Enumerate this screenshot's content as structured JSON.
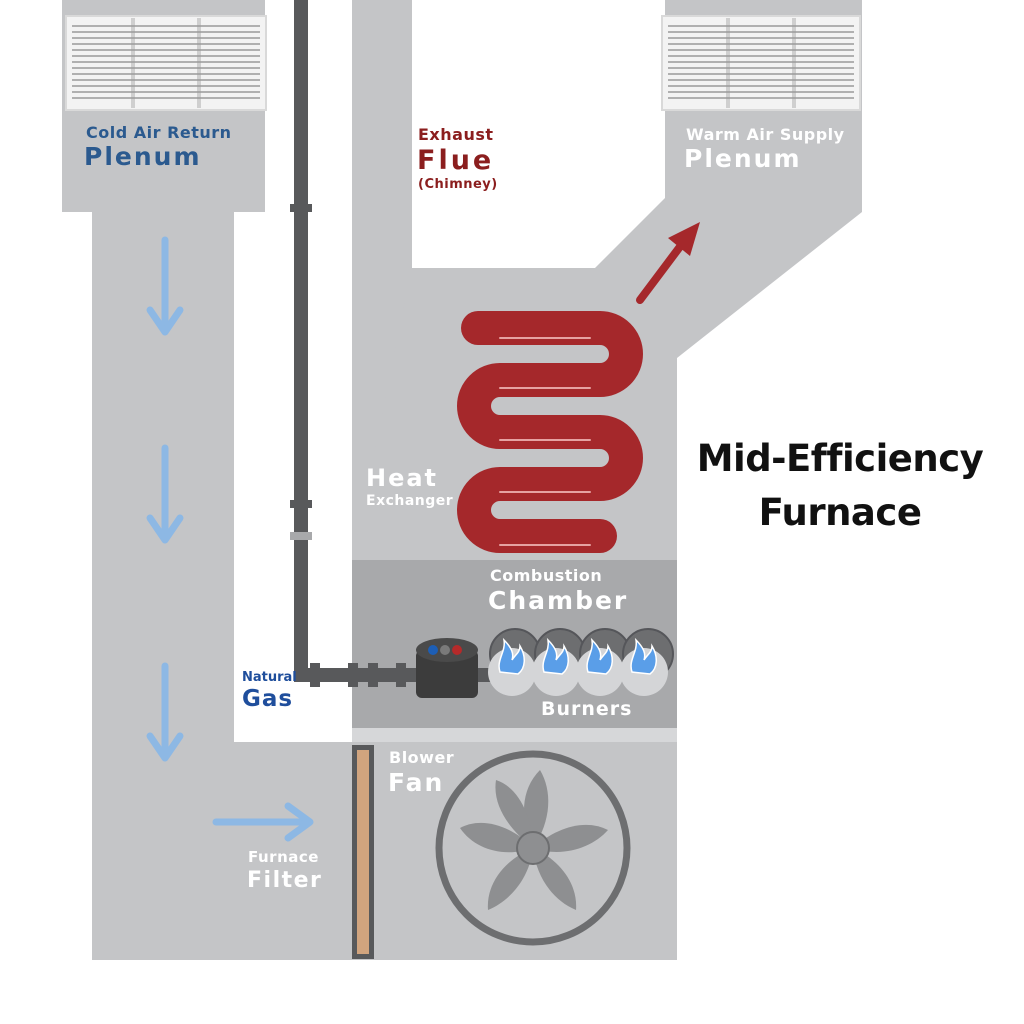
{
  "title": [
    "Mid-Efficiency",
    "Furnace"
  ],
  "labels": {
    "cold_air_return": {
      "small": "Cold Air Return",
      "big": "Plenum"
    },
    "exhaust_flue": {
      "small": "Exhaust",
      "big": "Flue",
      "note": "(Chimney)"
    },
    "warm_air_supply": {
      "small": "Warm Air Supply",
      "big": "Plenum"
    },
    "heat_exchanger": {
      "big": "Heat",
      "small": "Exchanger"
    },
    "combustion_chamber": {
      "small": "Combustion",
      "big": "Chamber"
    },
    "natural_gas": {
      "small": "Natural",
      "big": "Gas"
    },
    "burners": {
      "big": "Burners"
    },
    "blower_fan": {
      "small": "Blower",
      "big": "Fan"
    },
    "furnace_filter": {
      "small": "Furnace",
      "big": "Filter"
    }
  },
  "colors": {
    "duct": "#c4c5c7",
    "chamber": "#a8a9ab",
    "pipe": "#58595b",
    "exchanger": "#a5282b",
    "airflow_arrow": "#8db8e4",
    "flame": "#5a9ee8",
    "filter": "#d1a47e"
  }
}
